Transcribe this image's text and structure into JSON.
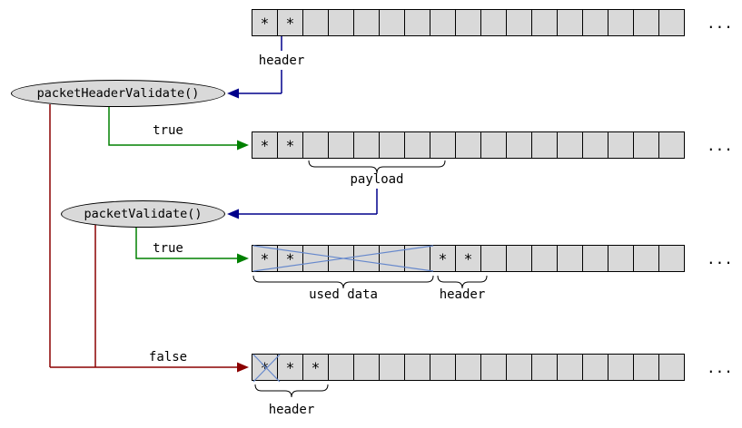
{
  "colors": {
    "cell_fill": "#d9d9d9",
    "cell_border": "#000000",
    "node_fill": "#d9d9d9",
    "true": "#008000",
    "false": "#8b0000",
    "callout": "#00008b",
    "cross": "#6688cc",
    "brace": "#000000"
  },
  "glyphs": {
    "star": "*",
    "ellipsis": "..."
  },
  "nodes": [
    {
      "label": "packetHeaderValidate()"
    },
    {
      "label": "packetValidate()"
    }
  ],
  "labels": {
    "row1_header": "header",
    "true_first": "true",
    "payload": "payload",
    "true_second": "true",
    "used_data": "used data",
    "row3_header": "header",
    "false": "false",
    "row4_header": "header"
  },
  "rows": [
    {
      "cell_count": 17,
      "star_cells": [
        0,
        1
      ],
      "crossed_cells": []
    },
    {
      "cell_count": 17,
      "star_cells": [
        0,
        1
      ],
      "crossed_cells": []
    },
    {
      "cell_count": 17,
      "star_cells": [
        0,
        1,
        7,
        8
      ],
      "crossed_cells": [
        0,
        1,
        2,
        3,
        4,
        5,
        6
      ]
    },
    {
      "cell_count": 17,
      "star_cells": [
        0,
        1,
        2
      ],
      "crossed_cells": [
        0
      ]
    }
  ]
}
